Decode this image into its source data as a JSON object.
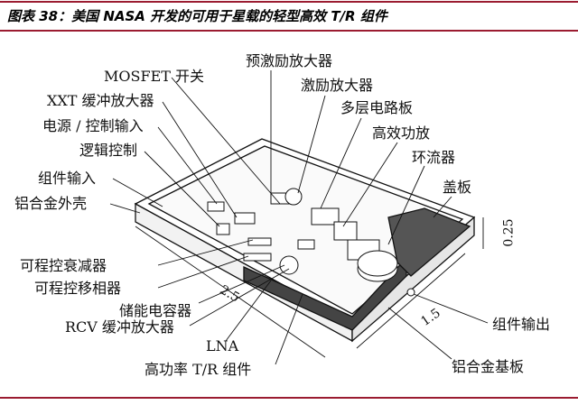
{
  "title": "图表 38：美国 NASA 开发的可用于星载的轻型高效 T/R 组件",
  "labels": {
    "mosfet": "MOSFET 开关",
    "pre_driver": "预激励放大器",
    "xxt_buffer": "XXT 缓冲放大器",
    "driver": "激励放大器",
    "power_ctrl": "电源 / 控制输入",
    "multilayer": "多层电路板",
    "hpa": "高效功放",
    "logic": "逻辑控制",
    "circulator": "环流器",
    "input": "组件输入",
    "cover": "盖板",
    "housing": "铝合金外壳",
    "attenuator": "可程控衰减器",
    "phase_shifter": "可程控移相器",
    "capacitor": "储能电容器",
    "rcv_buffer": "RCV 缓冲放大器",
    "lna": "LNA",
    "module": "高功率 T/R 组件",
    "output": "组件输出",
    "base": "铝合金基板"
  },
  "dimensions": {
    "height": "0.25",
    "length": "2.5",
    "width": "1.5"
  }
}
